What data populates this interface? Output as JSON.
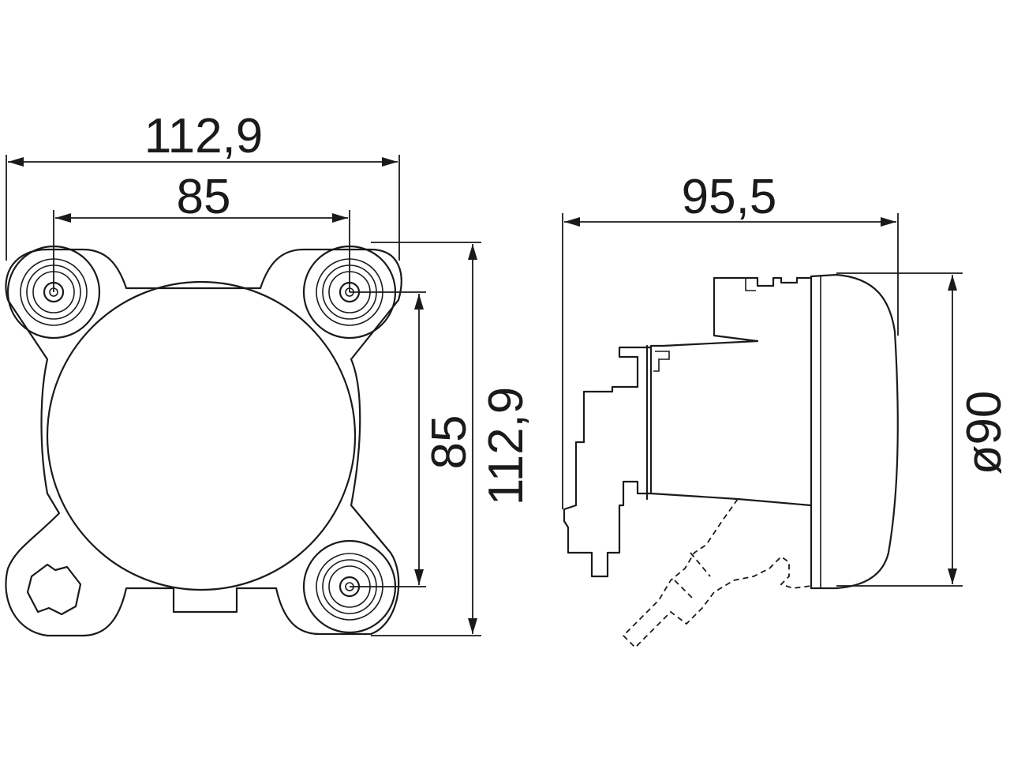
{
  "front_view": {
    "overall_width": "112,9",
    "hole_spacing_width": "85",
    "hole_spacing_height": "85",
    "overall_height": "112,9"
  },
  "side_view": {
    "depth": "95,5",
    "diameter": "ø90"
  },
  "colors": {
    "line": "#1a1a1a",
    "background": "#ffffff"
  }
}
